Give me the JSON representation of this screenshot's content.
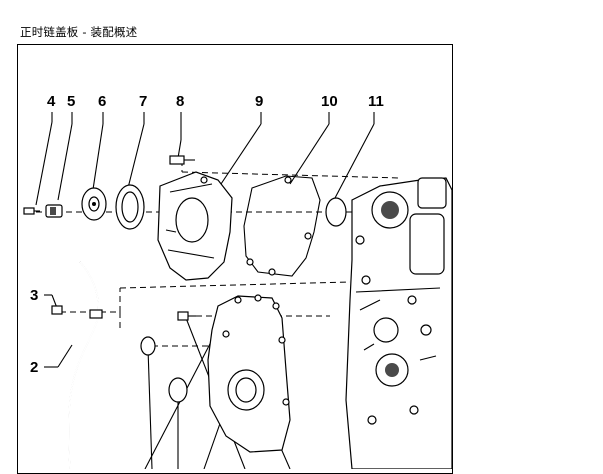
{
  "page": {
    "title": "正时链盖板 - 装配概述"
  },
  "diagram": {
    "callouts": [
      {
        "id": "4",
        "label": "4"
      },
      {
        "id": "5",
        "label": "5"
      },
      {
        "id": "6",
        "label": "6"
      },
      {
        "id": "7",
        "label": "7"
      },
      {
        "id": "8",
        "label": "8"
      },
      {
        "id": "9",
        "label": "9"
      },
      {
        "id": "10",
        "label": "10"
      },
      {
        "id": "11",
        "label": "11"
      },
      {
        "id": "3",
        "label": "3"
      },
      {
        "id": "2",
        "label": "2"
      }
    ]
  }
}
